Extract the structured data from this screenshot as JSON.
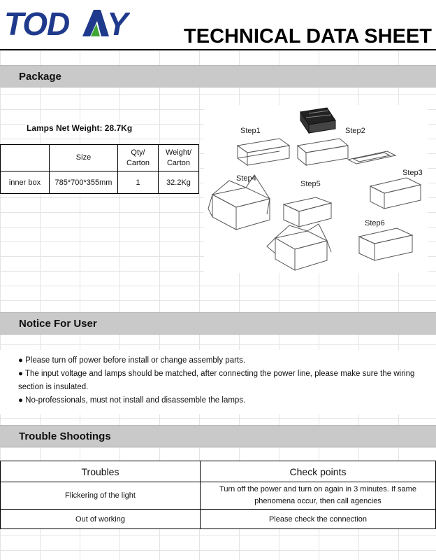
{
  "header": {
    "logo_text": "TODAY",
    "title": "TECHNICAL DATA SHEET"
  },
  "colors": {
    "logo_blue": "#1f3a8c",
    "logo_green": "#3fa535",
    "section_gray": "#c9c9c9"
  },
  "package": {
    "section_title": "Package",
    "net_weight_label": "Lamps Net Weight:",
    "net_weight_value": "28.7Kg",
    "table": {
      "headers": [
        "",
        "Size",
        "Qty/ Carton",
        "Weight/ Carton"
      ],
      "header_lines": {
        "qty_line1": "Qty/",
        "qty_line2": "Carton",
        "weight_line1": "Weight/",
        "weight_line2": "Carton"
      },
      "rows": [
        [
          "inner box",
          "785*700*355mm",
          "1",
          "32.2Kg"
        ]
      ]
    },
    "steps": [
      "Step1",
      "Step2",
      "Step3",
      "Step4",
      "Step5",
      "Step6"
    ]
  },
  "notice": {
    "section_title": "Notice For User",
    "items": [
      "● Please turn off power before install or change assembly parts.",
      "● The input voltage and lamps should be matched, after connecting the power line, please make sure the wiring section is insulated.",
      "● No-professionals, must not install and disassemble the lamps."
    ]
  },
  "trouble": {
    "section_title": "Trouble Shootings",
    "headers": [
      "Troubles",
      "Check points"
    ],
    "rows": [
      [
        "Flickering of the light",
        "Turn off the power and turn on again in 3 minutes. If same phenomena occur, then call agencies"
      ],
      [
        "Out of working",
        "Please check the connection"
      ]
    ]
  }
}
